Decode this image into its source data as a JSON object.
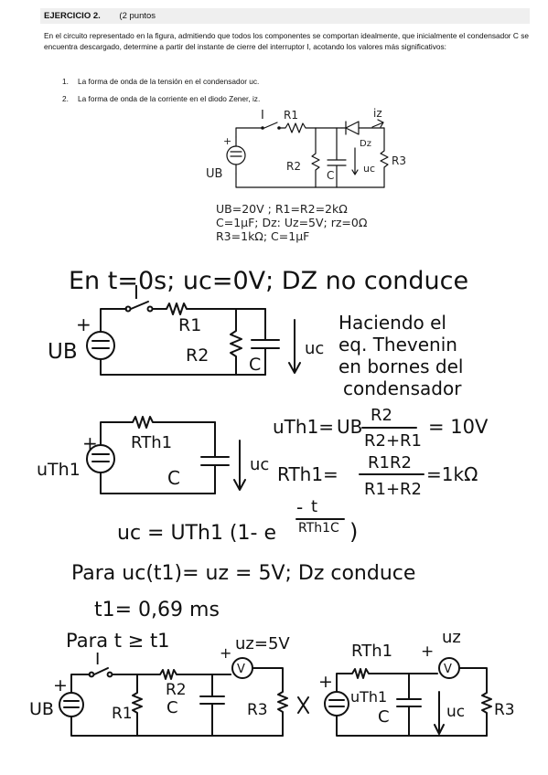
{
  "header": {
    "number": "EJERCICIO 2.",
    "points": "(2 puntos"
  },
  "statement": "En el circuito representado en la figura, admitiendo que todos los componentes se comportan idealmente, que inicialmente el condensador C se encuentra descargado, determine a partir del instante de cierre del interruptor I, acotando los valores más significativos:",
  "tasks": [
    {
      "num": "1.",
      "text": "La forma de onda de la tensión en el condensador uc."
    },
    {
      "num": "2.",
      "text": "La forma de onda de la corriente en el diodo Zener, iz."
    }
  ],
  "circuit": {
    "labels": {
      "switch": "I",
      "r1": "R1",
      "iz": "iz",
      "dz": "Dz",
      "r2": "R2",
      "c": "C",
      "uc": "uc",
      "r3": "R3",
      "source": "UB",
      "plus": "+"
    },
    "params": [
      "UB=20V ; R1=R2=2kΩ",
      "C=1μF; Dz: Uz=5V; rz=0Ω",
      "R3=1kΩ; C=1μF"
    ]
  },
  "notes": {
    "line1": "En t=0s; uc=0V; DZ no conduce",
    "thevenin_note": [
      "Haciendo el",
      "eq. Thevenin",
      "en bornes del",
      "condensador"
    ],
    "uth_formula": "uTh1= UB R2/(R2+R1) = 10V",
    "uth_lhs": "uTh1=",
    "uth_ub": "UB",
    "uth_num": "R2",
    "uth_den": "R2+R1",
    "uth_res": "= 10V",
    "rth_lhs": "RTh1=",
    "rth_num": "R1R2",
    "rth_den": "R1+R2",
    "rth_res": "=1kΩ",
    "uc_lhs": "uc = UTh1 (1- e",
    "uc_exp_num": "t",
    "uc_exp_den": "RTh1C",
    "uc_close": ")",
    "uc_minus": "-",
    "para1": "Para uc(t1)= uz = 5V; Dz conduce",
    "t1": "t1= 0,69 ms",
    "para2": "Para t ≥ t1"
  },
  "fig_labels": {
    "I": "I",
    "R1": "R1",
    "R2": "R2",
    "C": "C",
    "uc": "uc",
    "UB": "UB",
    "plus": "+",
    "RTh1": "RTh1",
    "uTh1": "uTh1",
    "uz5": "uz=5V",
    "uz": "uz",
    "R3": "R3",
    "V": "V"
  }
}
